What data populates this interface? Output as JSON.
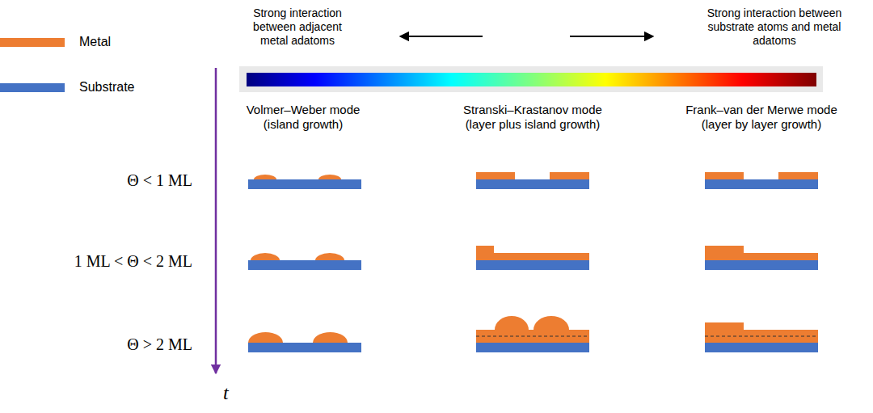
{
  "diagram": {
    "labels": [
      "Strong interaction between adjacent metal adatoms",
      "Strong interaction between substrate atoms and metal adatoms",
      "Volmer–Weber mode (island growth)",
      "Stranski–Krastanov mode (layer plus island growth)",
      "Frank–van der Merwe mode (layer by layer growth)",
      "Θ < 1 ML",
      "1 ML < Θ < 2 ML",
      "Θ > 2 ML",
      "t"
    ],
    "legend": [
      {
        "text": "Metal",
        "color": "#ed7d31"
      },
      {
        "text": "Substrate",
        "color": "#4472c4"
      }
    ]
  }
}
